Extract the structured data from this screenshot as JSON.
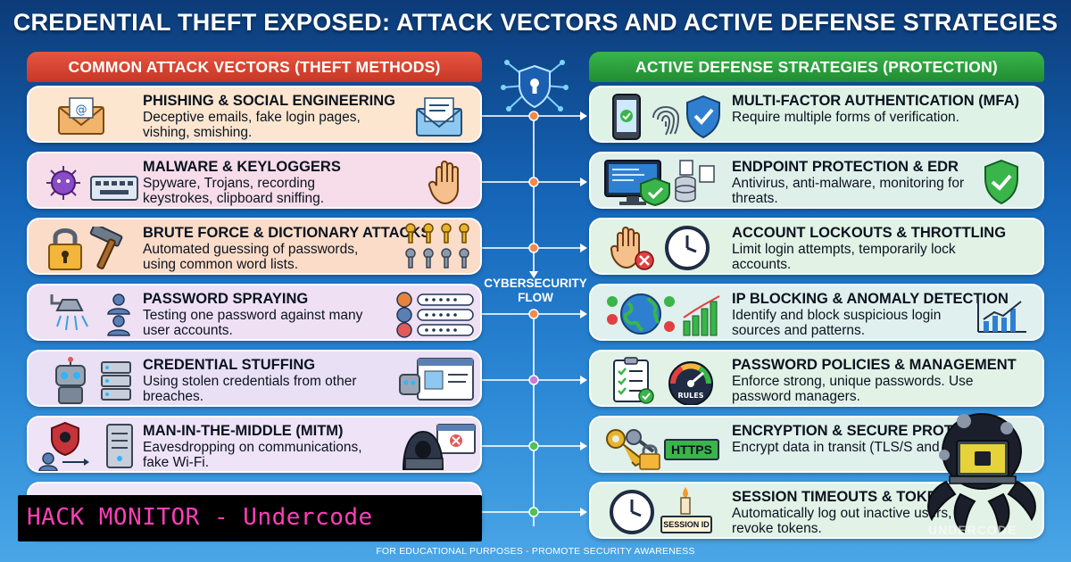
{
  "title": "CREDENTIAL THEFT EXPOSED: ATTACK VECTORS AND ACTIVE DEFENSE STRATEGIES",
  "left_column": {
    "header": "COMMON ATTACK VECTORS (THEFT METHODS)",
    "color": "#d8422f",
    "items": [
      {
        "title": "PHISHING & SOCIAL ENGINEERING",
        "desc": "Deceptive emails, fake login pages, vishing, smishing.",
        "icons": [
          "envelope-icon",
          "letter-icon"
        ],
        "bg": "#fde6cf"
      },
      {
        "title": "MALWARE & KEYLOGGERS",
        "desc": "Spyware, Trojans, recording keystrokes, clipboard sniffing.",
        "icons": [
          "virus-icon",
          "keyboard-icon",
          "hand-icon"
        ],
        "bg": "#f7dce9"
      },
      {
        "title": "BRUTE FORCE & DICTIONARY ATTACKS",
        "desc": "Automated guessing of passwords, using common word lists.",
        "icons": [
          "padlock-icon",
          "hammer-icon",
          "keys-icon"
        ],
        "bg": "#fbdcc8"
      },
      {
        "title": "PASSWORD SPRAYING",
        "desc": "Testing one password against many user accounts.",
        "icons": [
          "shower-icon",
          "users-icon",
          "password-fields-icon"
        ],
        "bg": "#efe0f4"
      },
      {
        "title": "CREDENTIAL STUFFING",
        "desc": "Using stolen credentials from other breaches.",
        "icons": [
          "robot-icon",
          "database-icon",
          "login-page-icon"
        ],
        "bg": "#e9e0f6"
      },
      {
        "title": "MAN-IN-THE-MIDDLE (MITM)",
        "desc": "Eavesdropping on communications, fake Wi-Fi.",
        "icons": [
          "hacker-shield-icon",
          "server-icon",
          "hooded-hacker-icon"
        ],
        "bg": "#efe3f7"
      },
      {
        "title": "",
        "desc": "",
        "icons": [],
        "bg": "#f1e6f8"
      }
    ]
  },
  "right_column": {
    "header": "ACTIVE DEFENSE STRATEGIES (PROTECTION)",
    "color": "#2aa13c",
    "items": [
      {
        "title": "MULTI-FACTOR AUTHENTICATION (MFA)",
        "desc": "Require multiple forms of verification.",
        "icons": [
          "phone-icon",
          "fingerprint-icon",
          "shield-check-icon"
        ],
        "bg": "#dff2e6"
      },
      {
        "title": "ENDPOINT PROTECTION & EDR",
        "desc": "Antivirus, anti-malware, monitoring for threats.",
        "icons": [
          "monitor-icon",
          "shield-check-icon"
        ],
        "bg": "#dff0ea"
      },
      {
        "title": "ACCOUNT LOCKOUTS & THROTTLING",
        "desc": "Limit login attempts, temporarily lock accounts.",
        "icons": [
          "stop-hand-icon",
          "clock-icon"
        ],
        "bg": "#e2f2e5"
      },
      {
        "title": "IP BLOCKING & ANOMALY DETECTION",
        "desc": "Identify and block suspicious login sources and patterns.",
        "icons": [
          "globe-icon",
          "bar-chart-icon",
          "trend-chart-icon"
        ],
        "bg": "#e0f0ee"
      },
      {
        "title": "PASSWORD POLICIES & MANAGEMENT",
        "desc": "Enforce strong, unique passwords. Use password managers.",
        "icons": [
          "checklist-icon",
          "gauge-icon"
        ],
        "bg": "#e2f2e7"
      },
      {
        "title": "ENCRYPTION & SECURE PROTO",
        "desc": "Encrypt data in transit (TLS/S and at rest.",
        "icons": [
          "key-icon",
          "padlock-icon"
        ],
        "badge": "HTTPS",
        "bg": "#e0f0ea"
      },
      {
        "title": "SESSION TIMEOUTS & TOKEN",
        "desc": "Automatically log out inactive users, revoke tokens.",
        "icons": [
          "clock-icon",
          "candle-icon"
        ],
        "badge": "SESSION ID",
        "bg": "#e2f2e6"
      }
    ]
  },
  "flow_label": "CYBERSECURITY FLOW",
  "flow_icon": "shield-lock-network-icon",
  "footer": "FOR EDUCATIONAL PURPOSES - PROMOTE SECURITY AWARENESS",
  "banner": {
    "text": "HACK MONITOR - Undercode",
    "color": "#ff3fb8"
  },
  "watermark": "UNDERCODE",
  "mascot_icon": "octopus-hacker-icon",
  "colors": {
    "flow_line": "#ffffff",
    "node_colors": [
      "#f08a4b",
      "#f08a4b",
      "#f08a4b",
      "#f08a4b",
      "#c77dd8",
      "#4ec25a",
      "#4ec25a"
    ]
  }
}
